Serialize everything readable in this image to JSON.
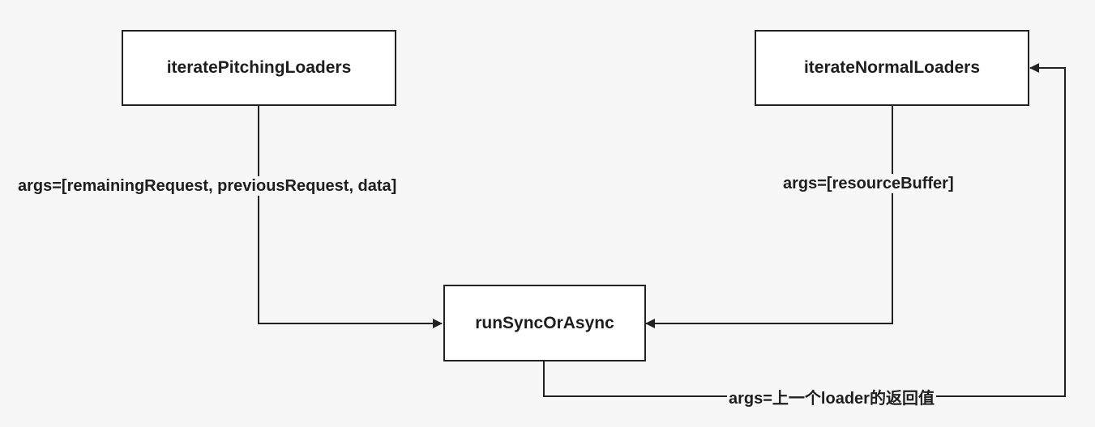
{
  "colors": {
    "background": "#f7f7f7",
    "box_fill": "#ffffff",
    "stroke": "#222222",
    "text": "#1e1e1e"
  },
  "nodes": {
    "pitching": {
      "label": "iteratePitchingLoaders"
    },
    "normal": {
      "label": "iterateNormalLoaders"
    },
    "run": {
      "label": "runSyncOrAsync"
    }
  },
  "edges": {
    "pitching_to_run": {
      "label": "args=[remainingRequest, previousRequest, data]"
    },
    "normal_to_run": {
      "label": "args=[resourceBuffer]"
    },
    "run_to_normal": {
      "label": "args=上一个loader的返回值"
    }
  }
}
